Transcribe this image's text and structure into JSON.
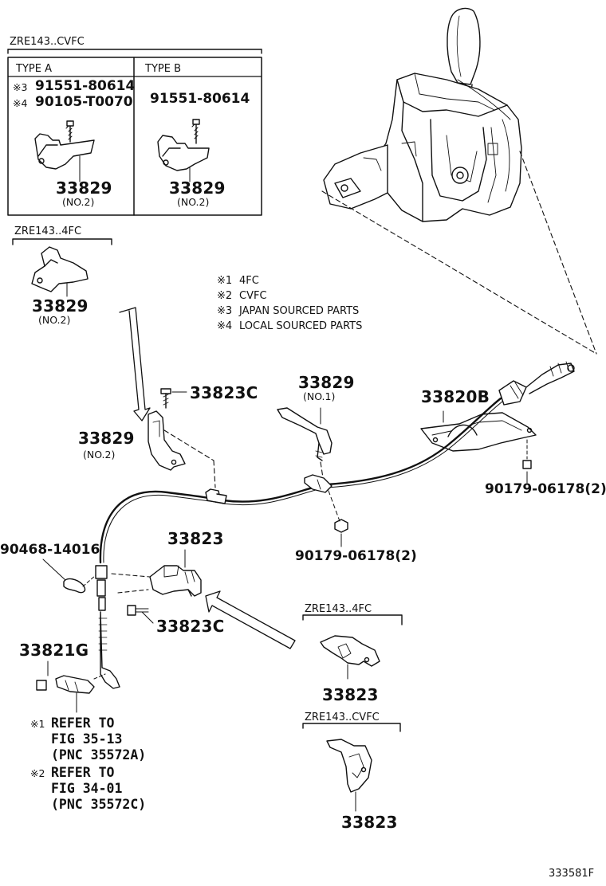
{
  "diagram": {
    "figure_code": "333581F",
    "boxes": {
      "cvfc_title": "ZRE143..CVFC",
      "type_a": {
        "label": "TYPE A",
        "mark_a": "※3",
        "part_a": "91551-80614",
        "mark_b": "※4",
        "part_b": "90105-T0070",
        "bracket": "33829",
        "bracket_sub": "(NO.2)"
      },
      "type_b": {
        "label": "TYPE B",
        "part_a": "91551-80614",
        "bracket": "33829",
        "bracket_sub": "(NO.2)"
      },
      "fc4_title": "ZRE143..4FC",
      "fc4_bracket": "33829",
      "fc4_bracket_sub": "(NO.2)"
    },
    "notes": [
      {
        "mark": "※1",
        "text": "4FC"
      },
      {
        "mark": "※2",
        "text": "CVFC"
      },
      {
        "mark": "※3",
        "text": "JAPAN SOURCED PARTS"
      },
      {
        "mark": "※4",
        "text": "LOCAL SOURCED PARTS"
      }
    ],
    "labels": {
      "bolt_upper": "33823C",
      "bracket_no2": "33829",
      "bracket_no2_sub": "(NO.2)",
      "bracket_no1": "33829",
      "bracket_no1_sub": "(NO.1)",
      "shift_plate": "33820B",
      "nut_right": "90179-06178(2)",
      "clip": "90468-14016",
      "bracket_main": "33823",
      "nut_center": "90179-06178(2)",
      "bolt_lower": "33823C",
      "cable_end": "33821G"
    },
    "variant_4fc": {
      "title": "ZRE143..4FC",
      "part": "33823"
    },
    "variant_cvfc": {
      "title": "ZRE143..CVFC",
      "part": "33823"
    },
    "refs": [
      {
        "mark": "※1",
        "line1": "REFER TO",
        "line2": "FIG 35-13",
        "line3": "(PNC 35572A)"
      },
      {
        "mark": "※2",
        "line1": "REFER TO",
        "line2": "FIG 34-01",
        "line3": "(PNC 35572C)"
      }
    ]
  }
}
